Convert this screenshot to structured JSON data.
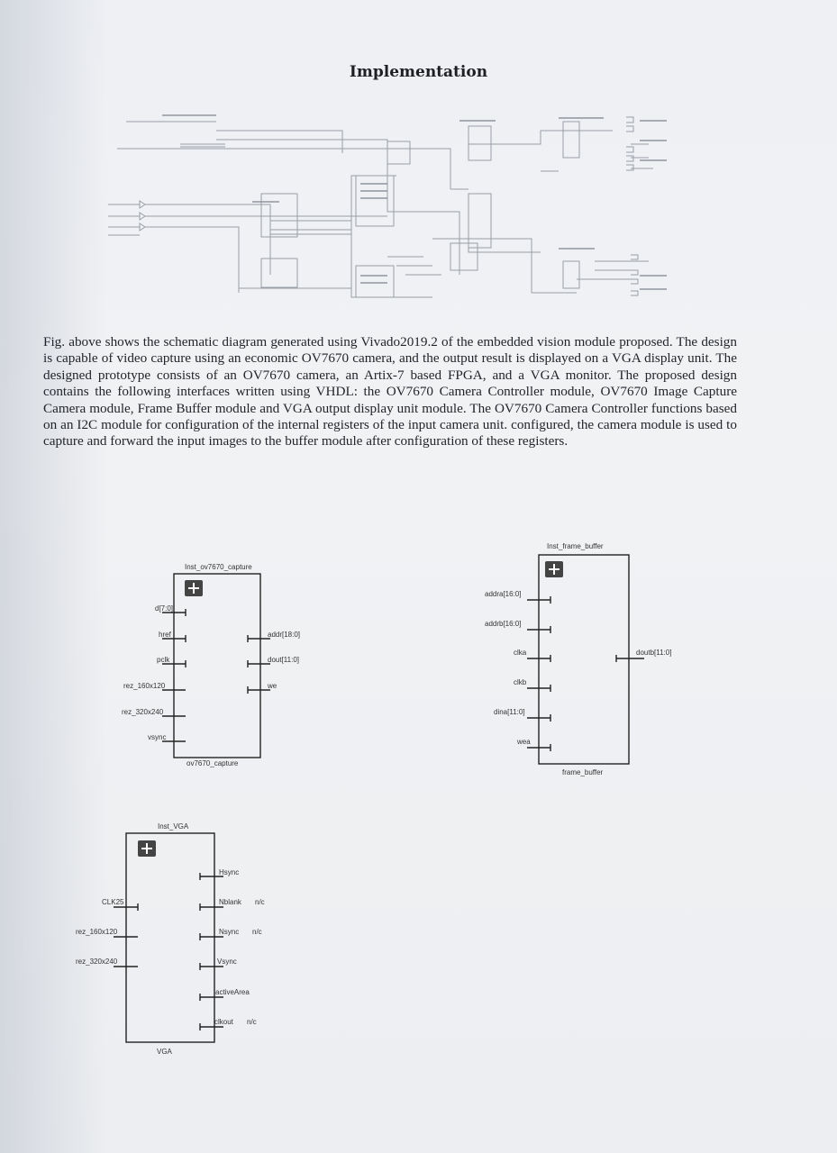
{
  "heading": "Implementation",
  "paragraph": "Fig. above shows the schematic diagram generated using Vivado2019.2 of the embedded vision module proposed. The design is capable of video capture using an economic OV7670 camera, and the output result is displayed on a VGA display unit. The designed prototype consists of an OV7670 camera, an Artix-7 based FPGA, and a VGA monitor. The proposed design contains the following interfaces written using VHDL: the OV7670 Camera Controller module, OV7670 Image Capture Camera module, Frame Buffer module and VGA output display unit module. The OV7670 Camera Controller functions based on an I2C module for configuration of the internal registers of the input camera unit. configured, the camera module is used to capture and forward the input images to the buffer module after configuration of these registers.",
  "capture_block": {
    "instance": "Inst_ov7670_capture",
    "inputs": [
      "d[7:0]",
      "href",
      "pclk",
      "rez_160x120",
      "rez_320x240",
      "vsync"
    ],
    "outputs": [
      "addr[18:0]",
      "dout[11:0]",
      "we"
    ],
    "module": "ov7670_capture"
  },
  "frame_buffer_block": {
    "instance": "Inst_frame_buffer",
    "inputs": [
      "addra[16:0]",
      "addrb[16:0]",
      "clka",
      "clkb",
      "dina[11:0]",
      "wea"
    ],
    "outputs": [
      "doutb[11:0]"
    ],
    "module": "frame_buffer"
  },
  "vga_block": {
    "instance": "Inst_VGA",
    "inputs": [
      "CLK25",
      "rez_160x120",
      "rez_320x240"
    ],
    "outputs": [
      "Hsync",
      "Nblank",
      "Nsync",
      "Vsync",
      "activeArea",
      "clkout"
    ],
    "nc_label": "n/c",
    "module": "VGA"
  },
  "colors": {
    "ink": "#22252b",
    "wire": "#5a5f68"
  }
}
